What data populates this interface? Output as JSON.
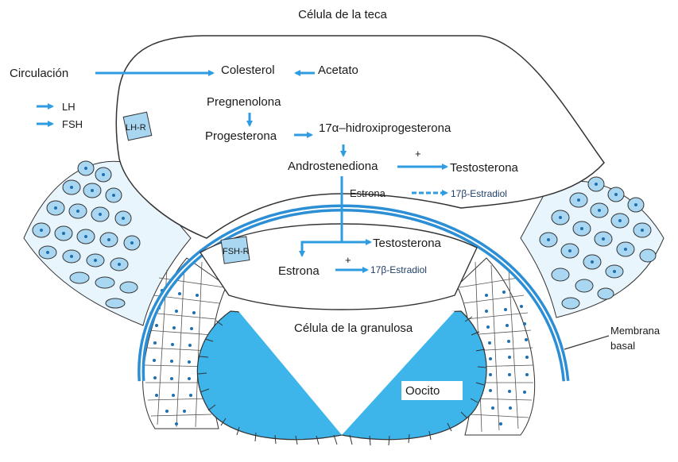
{
  "diagram": {
    "theca_cell_title": "Célula de la teca",
    "granulosa_cell_title": "Célula de la granulosa",
    "circulation_label": "Circulación",
    "cholesterol_label": "Colesterol",
    "acetate_label": "Acetato",
    "pregnenolone_label": "Pregnenolona",
    "progesterone_label": "Progesterona",
    "hydroxyprogesterone_label": "17α–hidroxiprogesterona",
    "androstenedione_label": "Androstenediona",
    "plus_sign_theca": "+",
    "testosterone_theca_label": "Testosterona",
    "estrone_theca_label": "Estrona",
    "estradiol_theca_label": "17β-Estradiol",
    "lh_label": "LH",
    "fsh_label": "FSH",
    "lh_receptor_label": "LH-R",
    "fsh_receptor_label": "FSH-R",
    "testosterone_granulosa_label": "Testosterona",
    "estrone_granulosa_label": "Estrona",
    "plus_sign_granulosa": "+",
    "estradiol_granulosa_label": "17β-Estradiol",
    "oocyte_label": "Oocito",
    "basal_membrane_label_line1": "Membrana",
    "basal_membrane_label_line2": "basal"
  },
  "colors": {
    "arrow_blue": "#2f9be0",
    "cell_light_blue": "#a9d7f2",
    "oocyte_blue": "#3db4ea",
    "membrane_blue": "#2c8fd6",
    "outline": "#333333"
  }
}
